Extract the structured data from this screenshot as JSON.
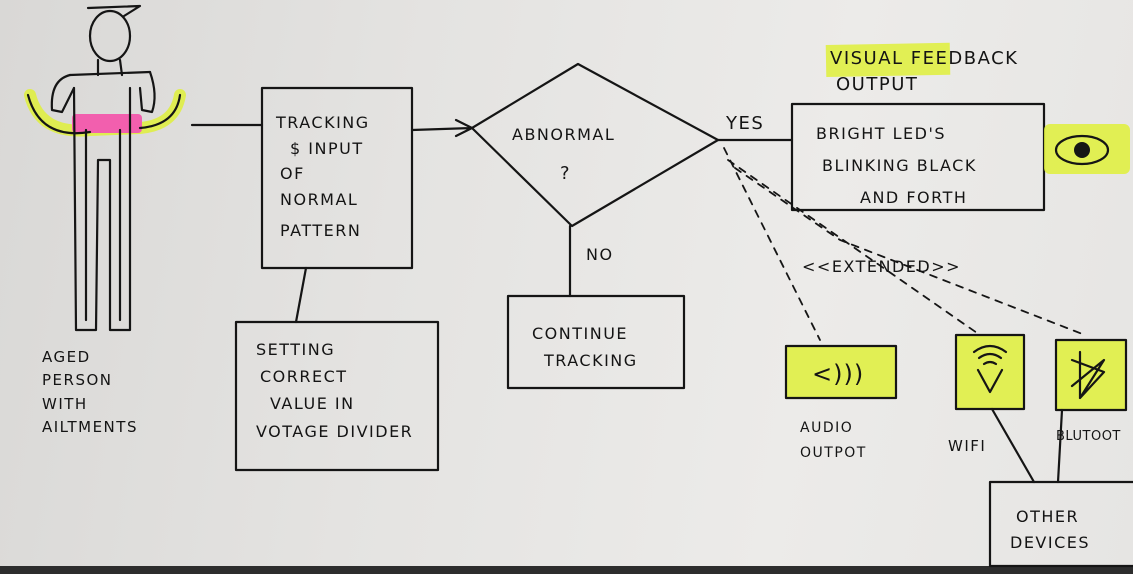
{
  "person": {
    "lines": [
      "AGED",
      "PERSON",
      "WITH",
      "AILTMENTS"
    ]
  },
  "tracking_box": {
    "lines": [
      "TRACKING",
      "$ INPUT",
      "OF",
      "NORMAL",
      "PATTERN"
    ]
  },
  "setting_box": {
    "lines": [
      "SETTING",
      "CORRECT",
      "VALUE IN",
      "VOTAGE DIVIDER"
    ]
  },
  "decision": {
    "label": "ABNORMAL",
    "mark": "?"
  },
  "edge_yes": "YES",
  "edge_no": "NO",
  "continue_box": {
    "lines": [
      "CONTINUE",
      "TRACKING"
    ]
  },
  "visual_feedback": {
    "lines": [
      "VISUAL FEEDBACK",
      "OUTPUT"
    ]
  },
  "led_box": {
    "lines": [
      "BRIGHT LED'S",
      "BLINKING BLACK",
      "AND FORTH"
    ]
  },
  "extended": "<<EXTENDED>>",
  "audio": {
    "icon_text": "<)))",
    "caption": [
      "AUDIO",
      "OUTPOT"
    ]
  },
  "wifi": {
    "caption": "WIFI"
  },
  "bluetooth": {
    "caption": "BLUTOOT"
  },
  "devices": {
    "lines": [
      "OTHER",
      "DEVICES"
    ]
  },
  "icons": [
    "person-figure-icon",
    "eye-icon",
    "speaker-icon",
    "wifi-icon",
    "bluetooth-icon"
  ],
  "colors": {
    "highlighter_yellow": "#dff03a",
    "highlighter_pink": "#f25fae",
    "ink": "#151515",
    "paper": "#e6e5e3"
  }
}
